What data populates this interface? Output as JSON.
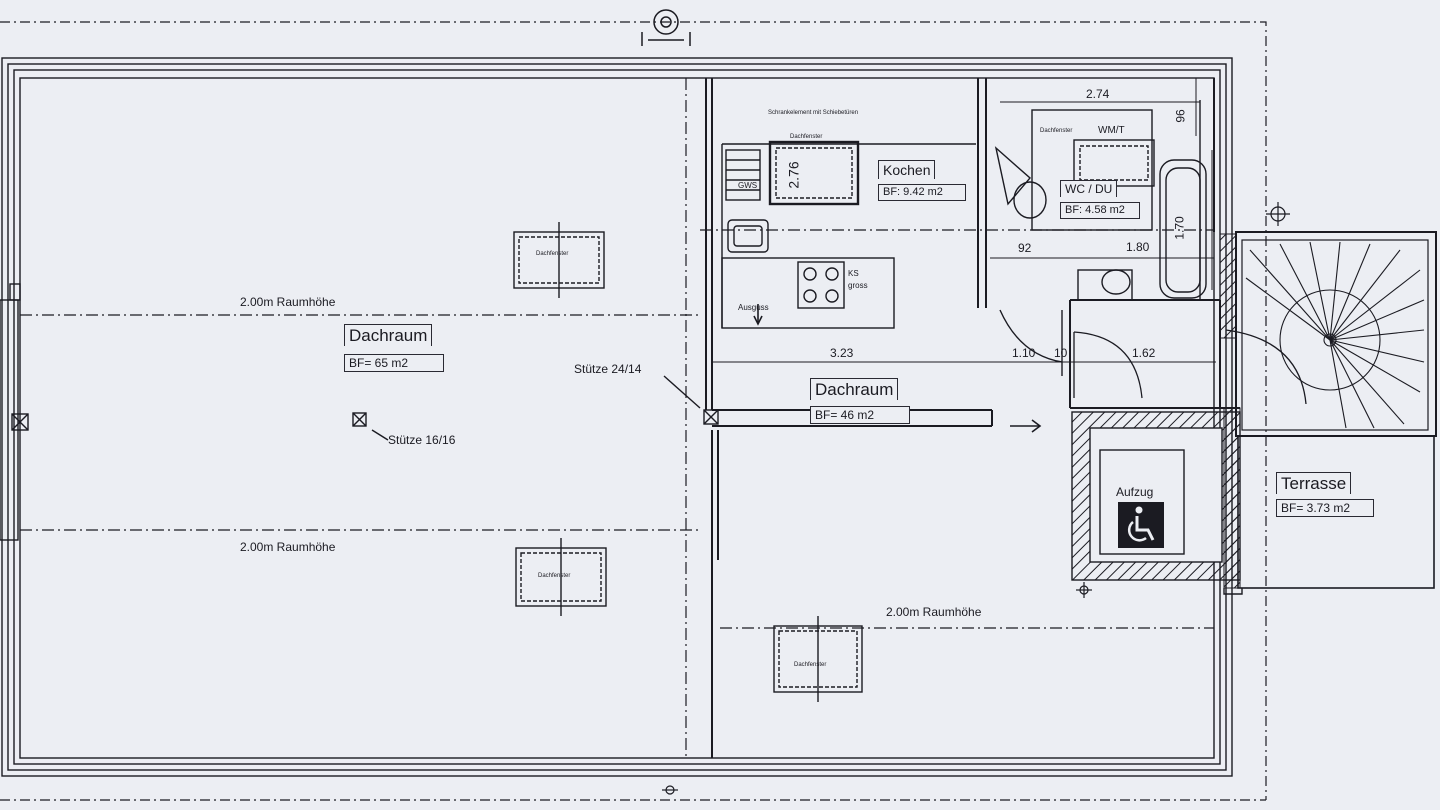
{
  "rooms": {
    "dachraum_west": {
      "name": "Dachraum",
      "area": "BF= 65 m2"
    },
    "dachraum_mitte": {
      "name": "Dachraum",
      "area": "BF= 46 m2"
    },
    "kochen": {
      "name": "Kochen",
      "area": "BF: 9.42 m2"
    },
    "wc_du": {
      "name": "WC / DU",
      "area": "BF: 4.58 m2"
    },
    "terrasse": {
      "name": "Terrasse",
      "area": "BF= 3.73 m2"
    },
    "aufzug": {
      "name": "Aufzug"
    }
  },
  "labels": {
    "raumhoehe": "2.00m Raumhöhe",
    "dachfenster": "Dachfenster",
    "schrankelement": "Schrankelement mit Schiebetüren",
    "wm_t": "WM/T",
    "gws": "GWS",
    "ks": "KS",
    "gross": "gross",
    "ausguss": "Ausguss",
    "stuetze_1": "Stütze 24/14",
    "stuetze_2": "Stütze 16/16"
  },
  "dimensions": {
    "d274": "2.74",
    "d96": "96",
    "d276": "2.76",
    "d170": "1.70",
    "d92": "92",
    "d180": "1.80",
    "d323": "3.23",
    "d110": "1.10",
    "d10": "10",
    "d162": "1.62"
  },
  "colors": {
    "paper": "#eceef3",
    "ink": "#1b1b22"
  }
}
